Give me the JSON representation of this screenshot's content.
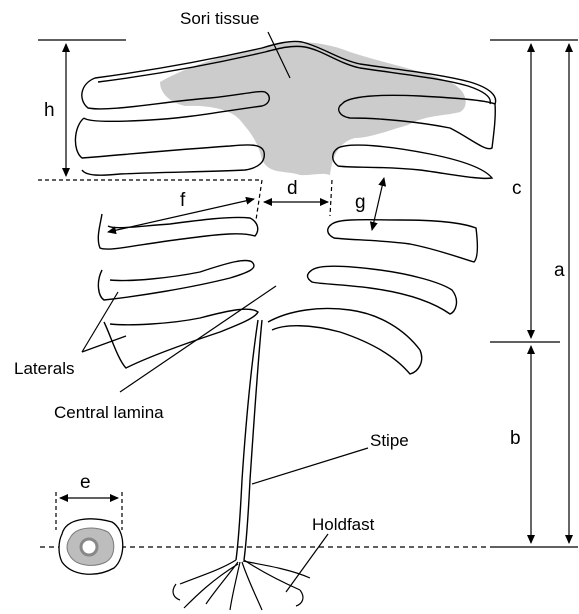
{
  "diagram": {
    "labels": {
      "sori_tissue": "Sori tissue",
      "laterals": "Laterals",
      "central_lamina": "Central lamina",
      "stipe": "Stipe",
      "holdfast": "Holdfast"
    },
    "dimensions": {
      "a": "a",
      "b": "b",
      "c": "c",
      "d": "d",
      "e": "e",
      "f": "f",
      "g": "g",
      "h": "h"
    },
    "colors": {
      "line": "#000000",
      "sori": "#cccccc",
      "background": "#ffffff"
    }
  }
}
